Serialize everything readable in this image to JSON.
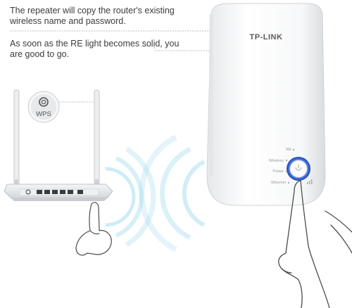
{
  "captions": {
    "copy": "The repeater will copy the router's existing wireless name and password.",
    "solid": "As soon as the RE light becomes solid, you are good to go."
  },
  "router": {
    "wps_label": "WPS"
  },
  "extender": {
    "brand": "TP-LINK",
    "indicators": {
      "re": "RE",
      "wireless": "Wireless",
      "power": "Power",
      "ethernet": "Ethernet"
    }
  },
  "colors": {
    "text": "#3c3c3c",
    "guide_line": "#9a9a9a",
    "wave": "#9fd6ea",
    "led_ring": "#2a5bd7"
  },
  "icons": [
    "wps-button-icon",
    "power-button-icon",
    "signal-bars-icon"
  ]
}
